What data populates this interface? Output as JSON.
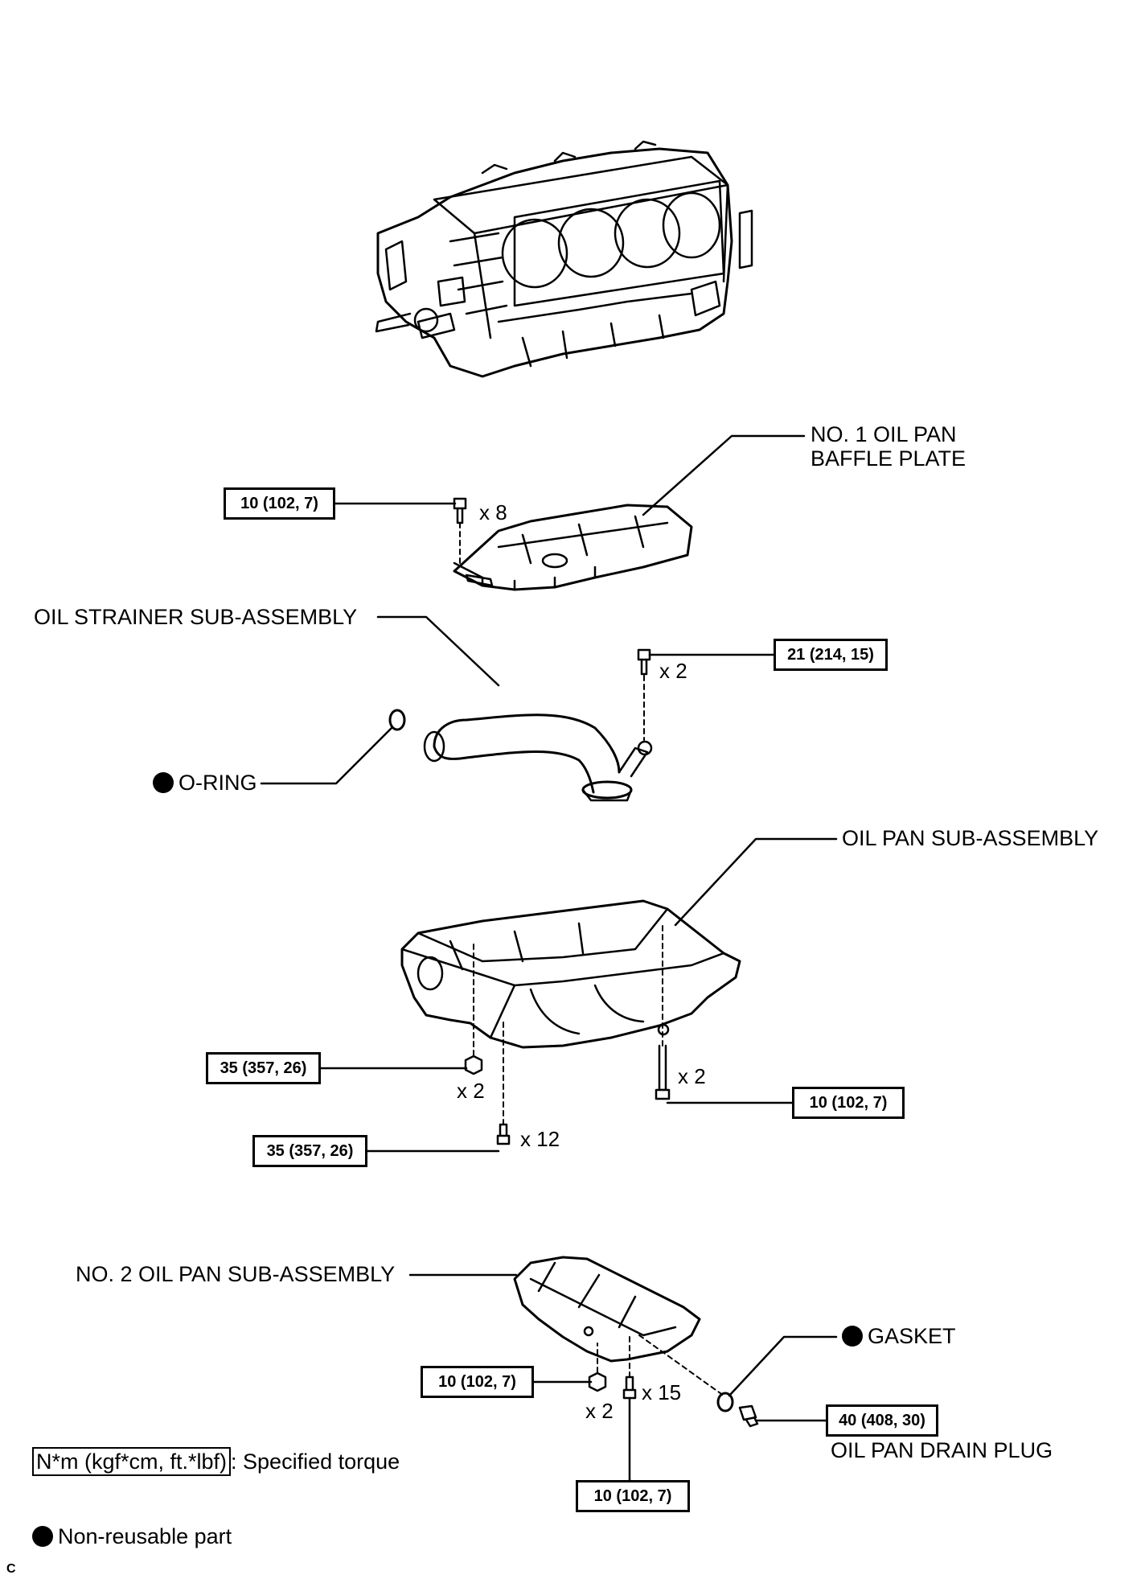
{
  "labels": {
    "baffle_plate_line1": "NO. 1 OIL PAN",
    "baffle_plate_line2": "BAFFLE PLATE",
    "oil_strainer": "OIL STRAINER SUB-ASSEMBLY",
    "o_ring": "O-RING",
    "oil_pan": "OIL PAN SUB-ASSEMBLY",
    "no2_oil_pan": "NO. 2 OIL PAN SUB-ASSEMBLY",
    "gasket": "GASKET",
    "drain_plug": "OIL PAN DRAIN PLUG"
  },
  "torques": {
    "baffle_bolts": "10 (102, 7)",
    "strainer_bolts": "21 (214, 15)",
    "oil_pan_nuts": "35 (357, 26)",
    "oil_pan_bolts_12": "35 (357, 26)",
    "oil_pan_long_bolts": "10 (102, 7)",
    "no2_pan_nuts": "10 (102, 7)",
    "no2_pan_bolts": "10 (102, 7)",
    "drain_plug": "40 (408, 30)"
  },
  "quantities": {
    "baffle_bolts": "x 8",
    "strainer_bolts": "x 2",
    "oil_pan_long_bolts": "x 2",
    "oil_pan_nuts": "x 2",
    "oil_pan_bolts_12": "x 12",
    "no2_pan_nuts": "x 2",
    "no2_pan_bolts": "x 15"
  },
  "legend": {
    "torque_units": "N*m (kgf*cm, ft.*lbf)",
    "torque_desc": ": Specified torque",
    "non_reusable": "Non-reusable part"
  },
  "corner_mark": "C"
}
